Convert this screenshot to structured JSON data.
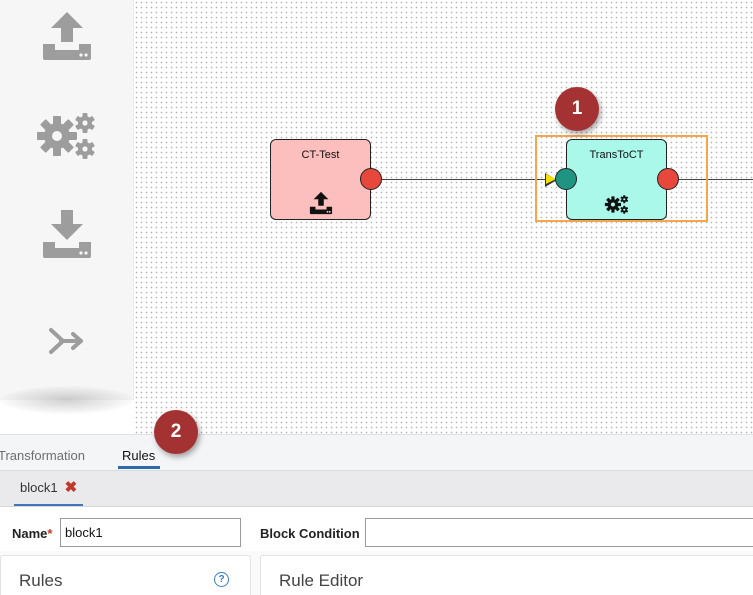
{
  "palette": {
    "items": [
      {
        "name": "source",
        "icon": "upload-icon"
      },
      {
        "name": "transform",
        "icon": "gears-icon"
      },
      {
        "name": "target",
        "icon": "download-icon"
      },
      {
        "name": "merge",
        "icon": "merge-arrow-icon"
      }
    ]
  },
  "canvas": {
    "nodes": [
      {
        "label": "CT-Test",
        "color": "#fdbebe",
        "icon": "upload-icon"
      },
      {
        "label": "TransToCT",
        "color": "#a9f8e9",
        "icon": "gears-icon"
      }
    ],
    "callouts": [
      "1",
      "2"
    ],
    "selection_color": "#f5a54a"
  },
  "panel": {
    "tabs": [
      {
        "label": "Transformation",
        "active": false
      },
      {
        "label": "Rules",
        "active": true
      }
    ],
    "subtabs": [
      {
        "label": "block1",
        "close": "✖"
      }
    ],
    "name_label": "Name",
    "required_mark": "*",
    "name_value": "block1",
    "block_condition_label": "Block Condition",
    "block_condition_value": "",
    "rules_title": "Rules",
    "help_glyph": "?",
    "rule_editor_title": "Rule Editor"
  },
  "colors": {
    "accent": "#2f6aad",
    "callout": "#a53232",
    "port_out": "#e8473c",
    "port_in": "#1f9480"
  }
}
